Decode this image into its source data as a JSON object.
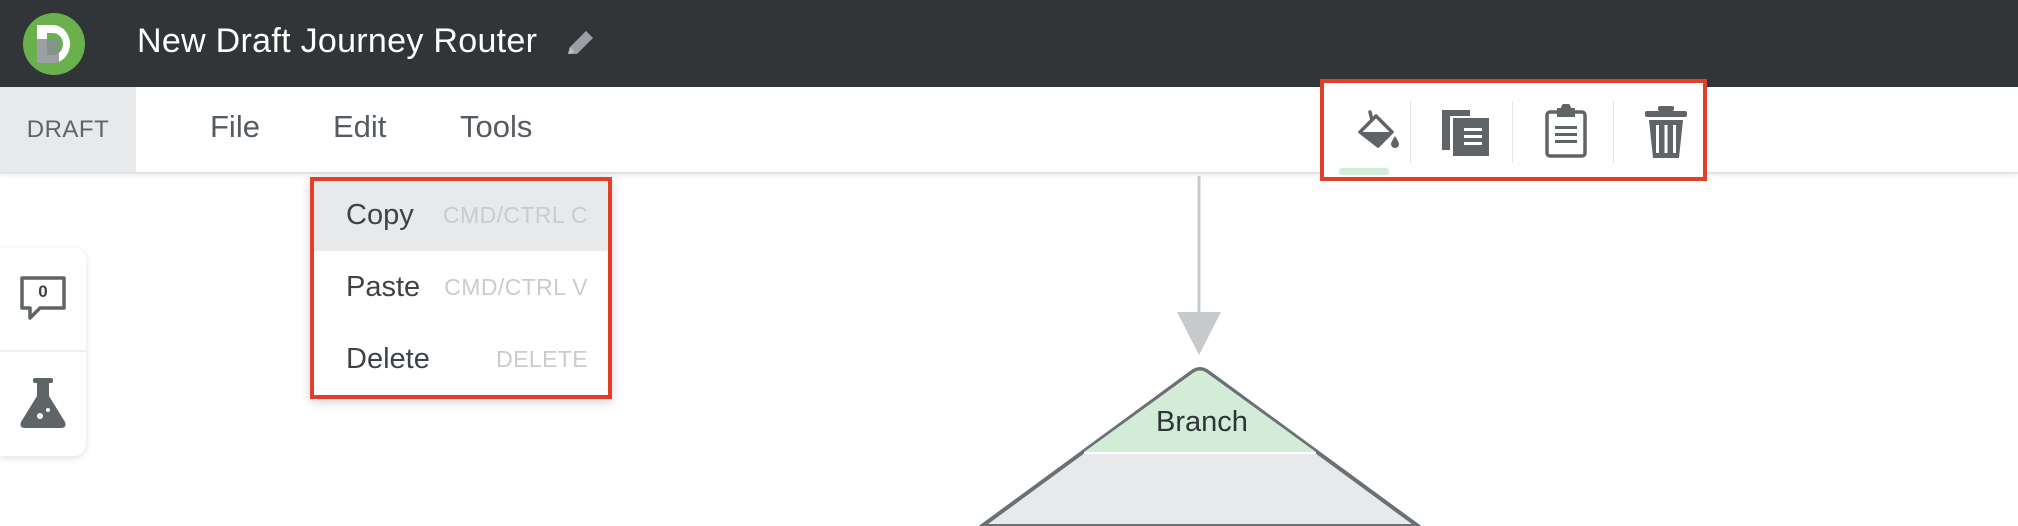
{
  "header": {
    "logo_letter": "D",
    "title": "New Draft Journey Router"
  },
  "menubar": {
    "status_badge": "DRAFT",
    "menus": [
      "File",
      "Edit",
      "Tools"
    ]
  },
  "toolbar": {
    "icons": [
      "paint-bucket-icon",
      "copy-icon",
      "paste-icon",
      "trash-icon"
    ]
  },
  "edit_menu": {
    "items": [
      {
        "label": "Copy",
        "shortcut": "CMD/CTRL C"
      },
      {
        "label": "Paste",
        "shortcut": "CMD/CTRL V"
      },
      {
        "label": "Delete",
        "shortcut": "DELETE"
      }
    ]
  },
  "side_panel": {
    "comment_count": "0"
  },
  "canvas": {
    "node_label": "Branch"
  },
  "colors": {
    "header_bg": "#323538",
    "logo_green": "#6ab04c",
    "highlight_red": "#e0402a",
    "branch_green": "#d3ecd8",
    "icon_gray": "#5f6467"
  }
}
